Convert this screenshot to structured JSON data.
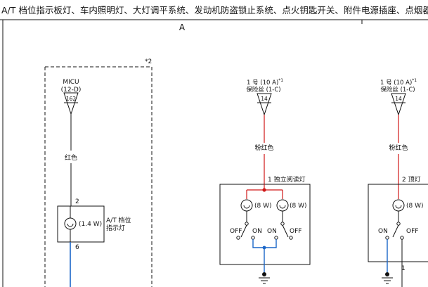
{
  "header": {
    "title": "A/T 档位指示板灯、车内照明灯、大灯调平系统、发动机防盗锁止系统、点火钥匙开关、附件电源插座、点烟器、"
  },
  "section": {
    "label": "A"
  },
  "note_marker": "*2",
  "colors": {
    "wire_red": "#d01818",
    "wire_blue": "#1a66c8",
    "wire_black": "#111111",
    "dot": "#d01818"
  },
  "left": {
    "source_name": "MICU",
    "source_pin": "(12-D)",
    "terminal": "162",
    "wire_color": "红色",
    "pin_top": "2",
    "pin_bottom": "6",
    "lamp_watt": "(1.4 W)",
    "component_name_1": "A/T 档位",
    "component_name_2": "指示灯"
  },
  "middle": {
    "fuse_line_1": "1 号 (10 A)",
    "fuse_sup": "*1",
    "fuse_line_2": "保险丝 (1-C)",
    "terminal": "14",
    "wire_color": "粉红色",
    "component_label": "1  独立阅读灯",
    "lamp_left_watt": "(8 W)",
    "lamp_right_watt": "(8 W)",
    "sw_left_off": "OFF",
    "sw_left_on": "ON",
    "sw_right_on": "ON",
    "sw_right_off": "OFF"
  },
  "right": {
    "fuse_line_1": "1 号 (10 A)",
    "fuse_sup": "*1",
    "fuse_line_2": "保险丝 (1-C)",
    "terminal": "14",
    "wire_color": "粉红色",
    "component_label": "2  顶灯",
    "lamp_watt": "(8 W)",
    "sw_on": "ON",
    "sw_off": "OFF",
    "pin_bottom": "1"
  }
}
